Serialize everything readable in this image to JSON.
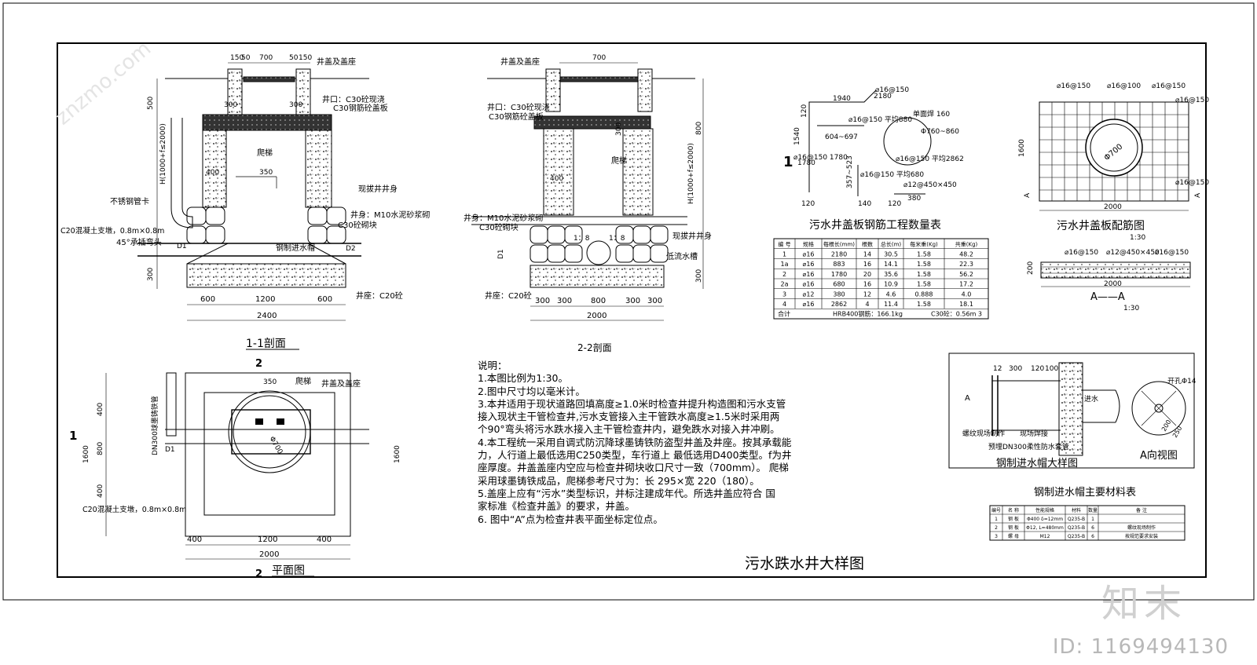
{
  "drawing": {
    "title": "污水跌水井大样图",
    "sections": {
      "s11": {
        "title": "1-1剖面",
        "top_dims": [
          "150",
          "50",
          "700",
          "50",
          "150"
        ],
        "bottom_dims": [
          "600",
          "1200",
          "600"
        ],
        "total": "2400",
        "side_dims": [
          "500",
          "300",
          "300",
          "400",
          "300"
        ],
        "h_label": "H(1000+f≤2000)",
        "labels": {
          "cover": "井盖及盖座",
          "mouth": "井口：C30砼现浇",
          "slab": "C30钢筋砼盖板",
          "ladder": "爬梯",
          "clamp": "不锈钢管卡",
          "cast_body": "现拔井井身",
          "body": "井身：M10水泥砂浆砌",
          "block": "C30砼砌块",
          "support": "C20混凝土支墩，0.8m×0.8m",
          "elbow": "45°承插弯头",
          "inlet_cap": "钢制进水帽",
          "seat": "井座：C20砼",
          "d1": "D1",
          "d2": "D2",
          "d350": "350"
        }
      },
      "s22": {
        "title": "2-2剖面",
        "top_dim": "700",
        "bottom_dims": [
          "300",
          "300",
          "800",
          "300",
          "300"
        ],
        "total": "2000",
        "side_dims": [
          "800",
          "300",
          "300"
        ],
        "h_label": "H(1000+f≤2000)",
        "labels": {
          "cover": "井盖及盖座",
          "mouth": "井口：C30砼现浇",
          "slab": "C30钢筋砼盖板",
          "ladder": "爬梯",
          "body": "井身：M10水泥砂浆砌",
          "block": "C30砼砌块",
          "cast_body": "现拔井井身",
          "channel": "低流水槽",
          "seat": "井座：C20砼",
          "slope_l": "1：8",
          "slope_r": "1：8",
          "d1": "D1",
          "d400": "400"
        }
      },
      "plan": {
        "title": "平面图",
        "top_dim": "350",
        "bottom_dims": [
          "400",
          "1200",
          "400"
        ],
        "total": "2000",
        "left_dims": [
          "400",
          "800",
          "400"
        ],
        "left_total": "1600",
        "labels": {
          "pipe": "DN300球墨铸铁管",
          "ladder": "爬梯",
          "cover": "井盖及盖座",
          "dia": "Φ700",
          "support": "C20混凝土支墩，0.8m×0.8m",
          "d1": "D1"
        }
      }
    },
    "rebar": {
      "label_1": "1",
      "dims": [
        "1940",
        "2180",
        "120",
        "120",
        "1540",
        "1780",
        "357~523",
        "604~697",
        "120",
        "380",
        "140",
        "120"
      ],
      "notes": [
        "⌀16@150",
        "⌀16@150 平均880",
        "⌀16@150 1780",
        "⌀16@150 平均680",
        "单面焊 160",
        "Φ760~860",
        "⌀16@150 平均2862",
        "⌀12@450×450"
      ],
      "table": {
        "title": "污水井盖板钢筋工程数量表",
        "headers": [
          "编 号",
          "规格",
          "每根长(mm)",
          "根数",
          "总长(m)",
          "每米重(Kg)",
          "共重(Kg)"
        ],
        "rows": [
          [
            "1",
            "⌀16",
            "2180",
            "14",
            "30.5",
            "1.58",
            "48.2"
          ],
          [
            "1a",
            "⌀16",
            "883",
            "16",
            "14.1",
            "1.58",
            "22.3"
          ],
          [
            "2",
            "⌀16",
            "1780",
            "20",
            "35.6",
            "1.58",
            "56.2"
          ],
          [
            "2a",
            "⌀16",
            "680",
            "16",
            "10.9",
            "1.58",
            "17.2"
          ],
          [
            "3",
            "⌀12",
            "380",
            "12",
            "4.6",
            "0.888",
            "4.0"
          ],
          [
            "4",
            "⌀16",
            "2862",
            "4",
            "11.4",
            "1.58",
            "18.1"
          ]
        ],
        "total_label": "合计",
        "total_steel": "HRB400钢筋：166.1kg",
        "total_concrete": "C30砼：0.56m  3"
      }
    },
    "cover_plan": {
      "title": "污水井盖板配筋图",
      "scale": "1:30",
      "labels": [
        "⌀16@150",
        "⌀16@100",
        "⌀16@150",
        "⌀16@150",
        "⌀16@150"
      ],
      "dia": "Φ700",
      "side": "1600",
      "bottom": "2000",
      "cut_mark": "A"
    },
    "aa_section": {
      "title": "A——A",
      "scale": "1:30",
      "labels": [
        "⌀16@150",
        "⌀12@450×450",
        "⌀16@150"
      ],
      "height": "200",
      "width": "2000"
    },
    "notes": {
      "heading": "说明：",
      "lines": [
        "1.本图比例为1:30。",
        "2.图中尺寸均以毫米计。",
        "3.本井适用于现状道路回填高度≥1.0米时检查井提升构造图和污水支管",
        "   接入现状主干管检查井,污水支管接入主干管跌水高度≥1.5米时采用两",
        "   个90°弯头将污水跌水接入主干管检查井内，避免跌水对接入井冲刷。",
        "4.本工程统一采用自调式防沉降球墨铸铁防盗型井盖及井座。按其承载能",
        "   力，人行道上最低选用C250类型，车行道上 最低选用D400类型。f为井",
        "   座厚度。井盖盖座内空应与检查井砌块收口尺寸一致（700mm）。 爬梯",
        "   采用球墨铸铁成品，爬梯参考尺寸为：长 295×宽 220（180）。",
        "5.盖座上应有“污水”类型标识，并标注建成年代。所选井盖应符合 国",
        "   家标准《检查井盖》的要求，井盖。",
        "6. 图中“A”点为检查井表平面坐标定位点。"
      ]
    },
    "cap_detail": {
      "title": "钢制进水帽大样图",
      "view_title": "A向视图",
      "table_title": "钢制进水帽主要材料表",
      "dims": [
        "12",
        "300",
        "120",
        "100"
      ],
      "labels": {
        "a": "A",
        "bolt": "螺纹现场制作",
        "weld": "现场焊接",
        "pipe": "预埋DN300柔性防水套管",
        "water": "进水",
        "hole": "开孔Φ14",
        "d200": "200",
        "d250": "250"
      },
      "table": {
        "headers": [
          "编号",
          "名 称",
          "性能规格",
          "材料",
          "数量",
          "备 注"
        ],
        "rows": [
          [
            "1",
            "钢 板",
            "Φ400 δ=12mm",
            "Q235-B",
            "1",
            ""
          ],
          [
            "2",
            "钢 板",
            "Φ12, L=480mm",
            "Q235-B",
            "6",
            "螺纹现场制作"
          ],
          [
            "3",
            "螺 母",
            "M12",
            "Q235-B",
            "6",
            "按规范要求安装"
          ]
        ]
      }
    },
    "watermark": {
      "id": "ID: 1169494130",
      "brand": "知末",
      "site": "znzmo.com"
    }
  }
}
